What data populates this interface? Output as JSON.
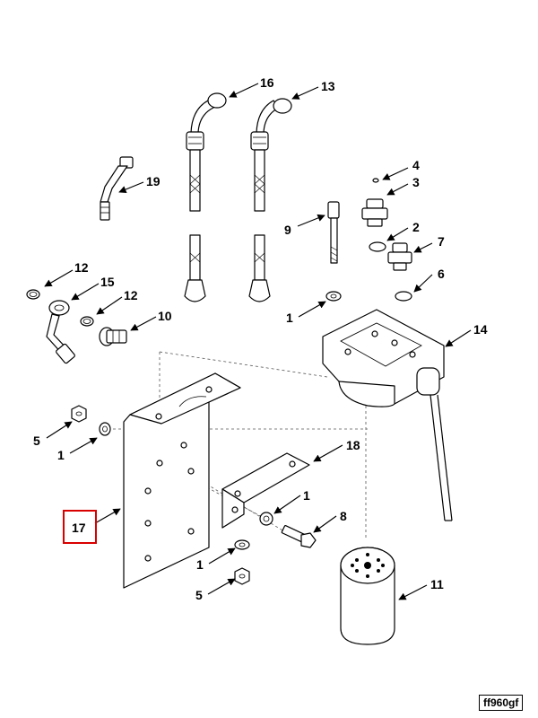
{
  "diagram": {
    "id": "ff960gf",
    "highlighted_callout": "17"
  },
  "callouts": {
    "c1a": "1",
    "c1b": "1",
    "c1c": "1",
    "c1d": "1",
    "c2": "2",
    "c3": "3",
    "c4": "4",
    "c5a": "5",
    "c5b": "5",
    "c6": "6",
    "c7": "7",
    "c8": "8",
    "c9": "9",
    "c10": "10",
    "c11": "11",
    "c12a": "12",
    "c12b": "12",
    "c13": "13",
    "c14": "14",
    "c15": "15",
    "c16": "16",
    "c17": "17",
    "c18": "18",
    "c19": "19"
  },
  "colors": {
    "highlight": "#d90000",
    "line": "#000000"
  }
}
